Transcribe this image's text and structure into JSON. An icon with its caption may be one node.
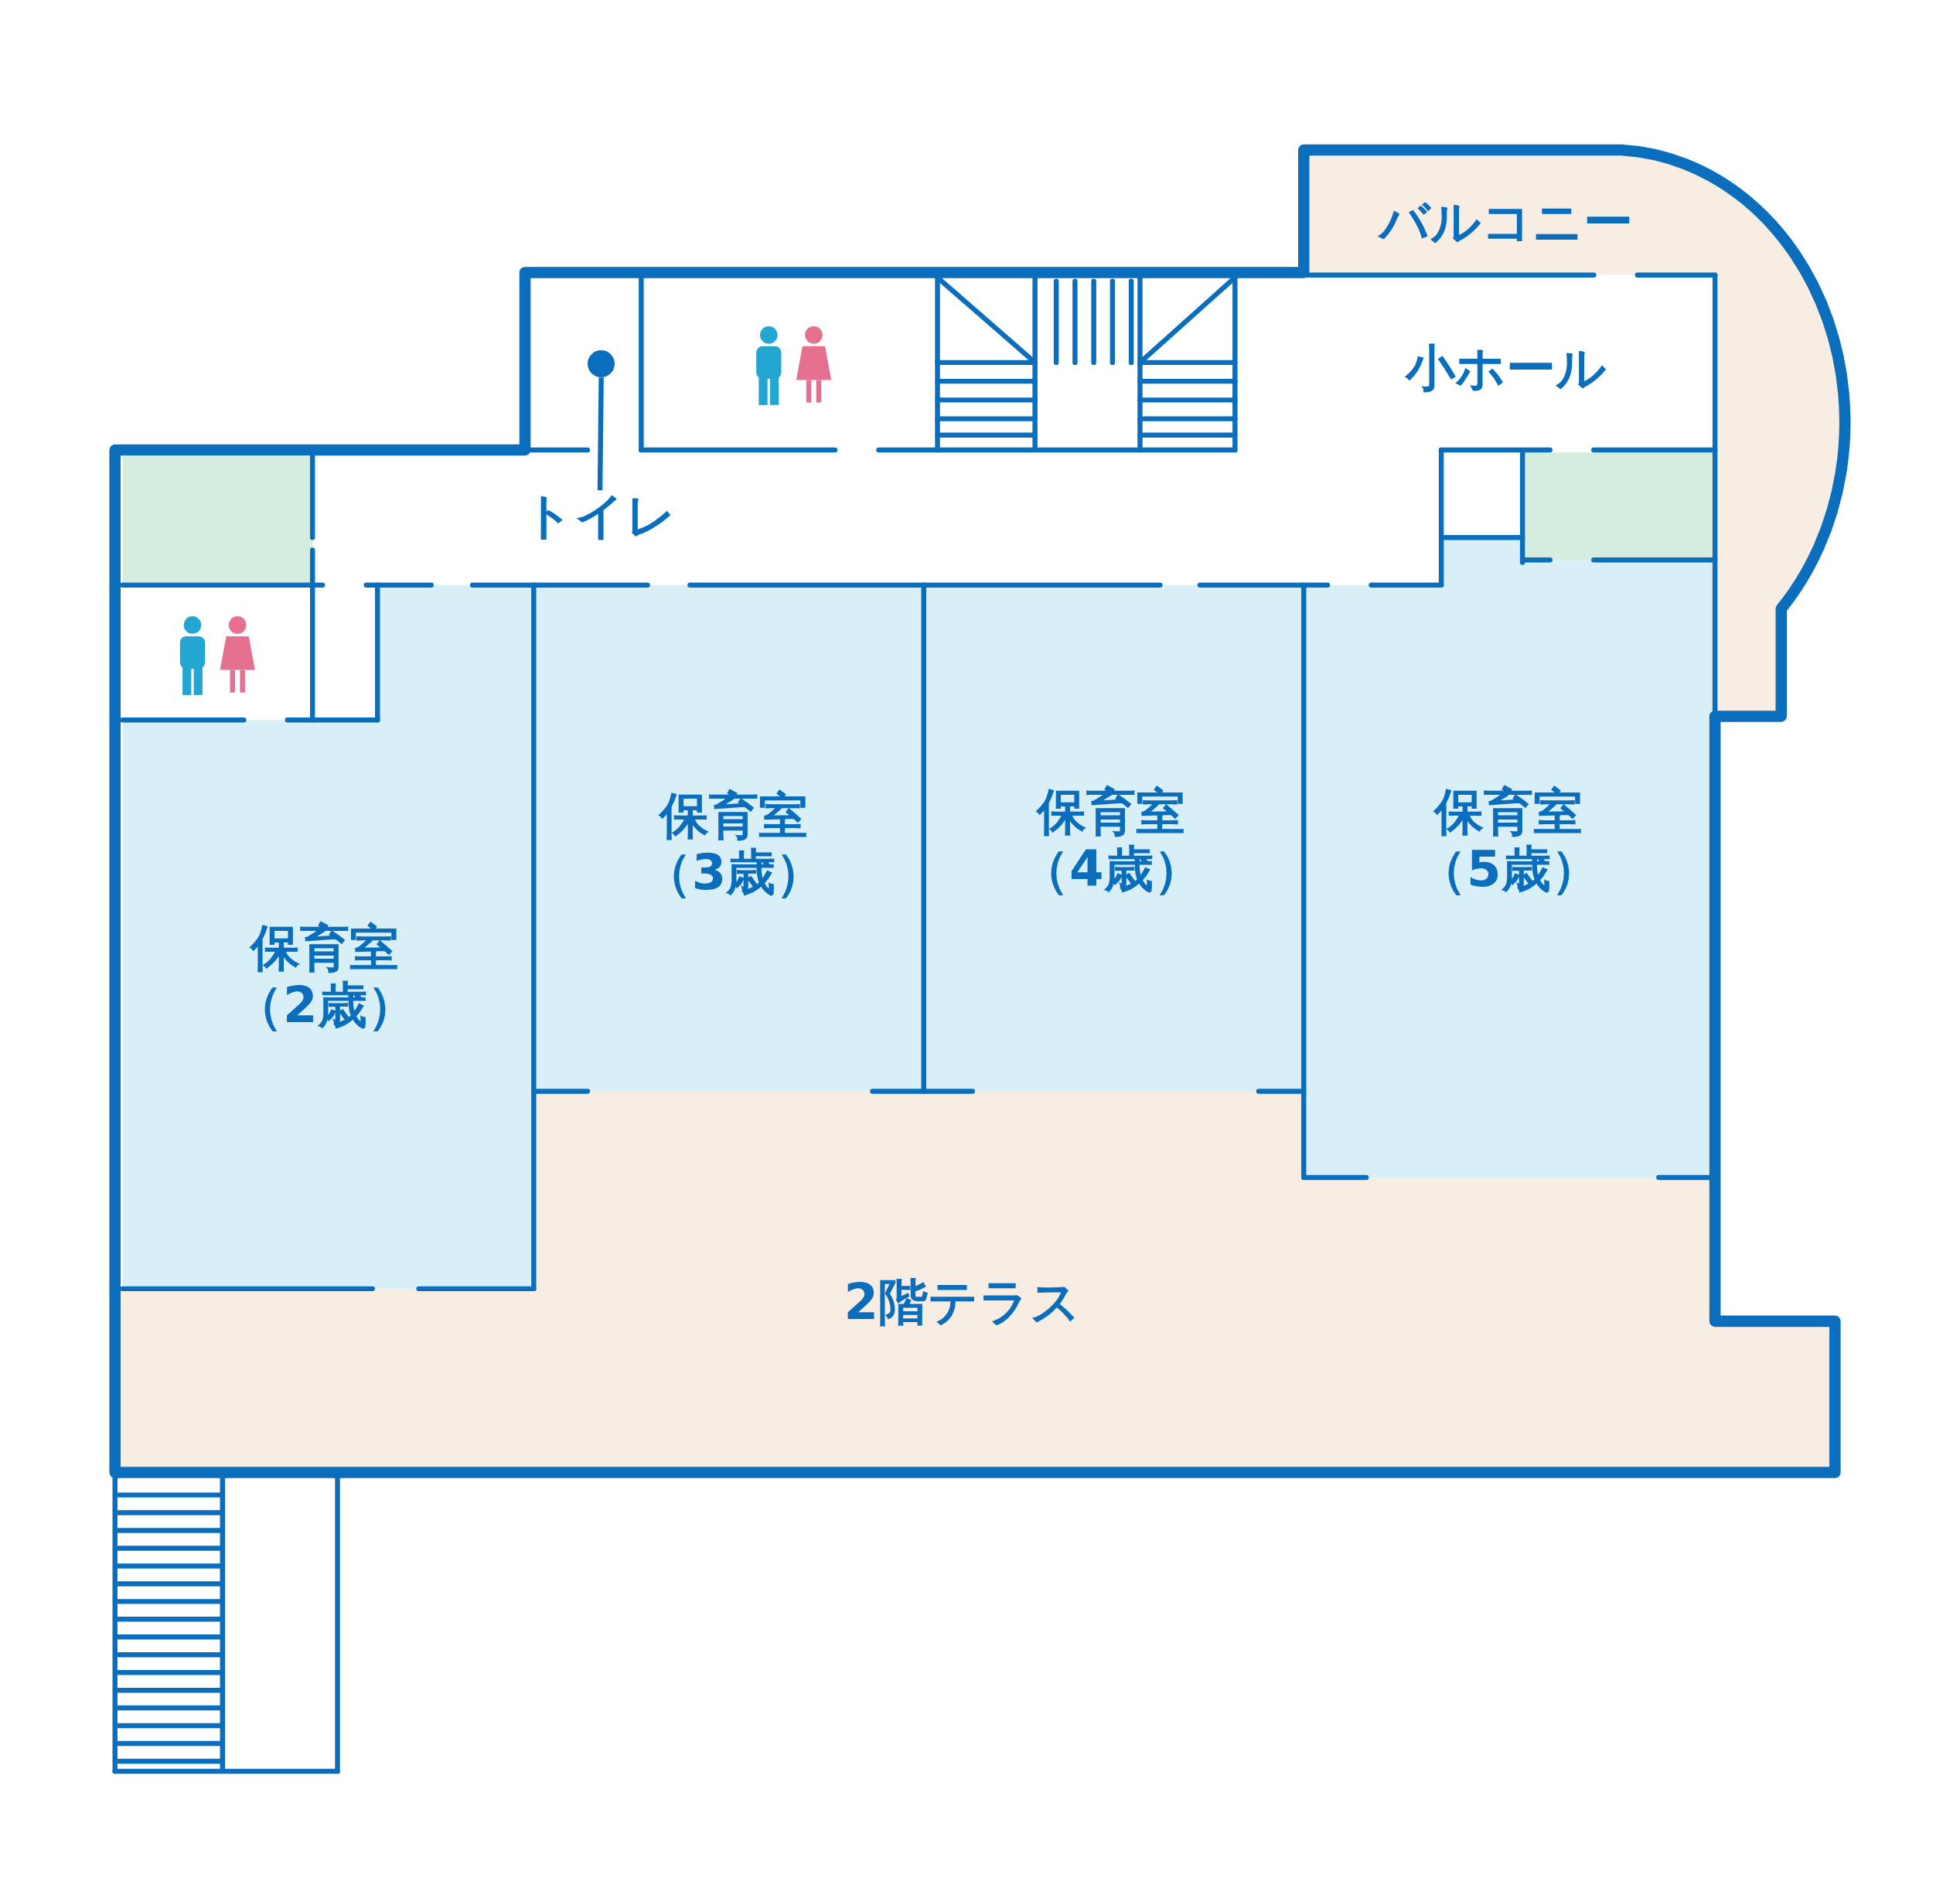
{
  "diagram": {
    "nodes": [
      {
        "text": [
          "バルコニー"
        ]
      },
      {
        "text": [
          "小ホール"
        ]
      },
      {
        "text": [
          "トイレ"
        ]
      },
      {
        "text": [
          "保育室（2歳）"
        ]
      },
      {
        "text": [
          "保育室（3歳）"
        ]
      },
      {
        "text": [
          "保育室（4歳）"
        ]
      },
      {
        "text": [
          "保育室（5歳）"
        ]
      },
      {
        "text": [
          "2階テラス"
        ]
      },
      {
        "text": [],
        "shape": "circle"
      }
    ],
    "edges": [
      {
        "from": 2,
        "to": 8,
        "arrow": "none"
      }
    ]
  }
}
